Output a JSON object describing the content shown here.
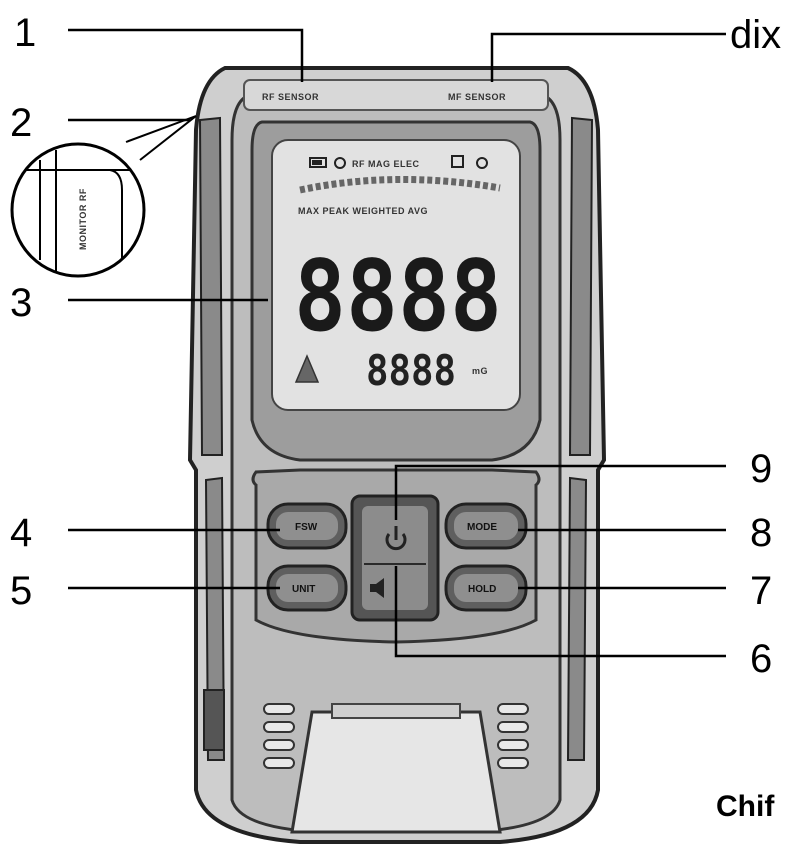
{
  "callouts": {
    "c1": "1",
    "c2": "2",
    "c3": "3",
    "c4": "4",
    "c5": "5",
    "c6": "6",
    "c7": "7",
    "c8": "8",
    "c9": "9",
    "c10": "dix"
  },
  "corner_label": "Chif",
  "device": {
    "rf_sensor": "RF SENSOR",
    "mf_sensor": "MF SENSOR",
    "inset_text": "MONITOR RF",
    "lcd_status": "RF MAG ELEC",
    "lcd_modes": "MAX PEAK WEIGHTED AVG",
    "main_digits": "8888",
    "sub_digits": "8888",
    "sub_unit": "mG",
    "buttons": {
      "fsw": "FSW",
      "unit": "UNIT",
      "mode": "MODE",
      "hold": "HOLD"
    }
  },
  "colors": {
    "ink": "#000000",
    "body": "#cfcfcf",
    "frame": "#7a7a7a",
    "screen": "#e2e2e2",
    "power_button": "#8c8c8c"
  }
}
